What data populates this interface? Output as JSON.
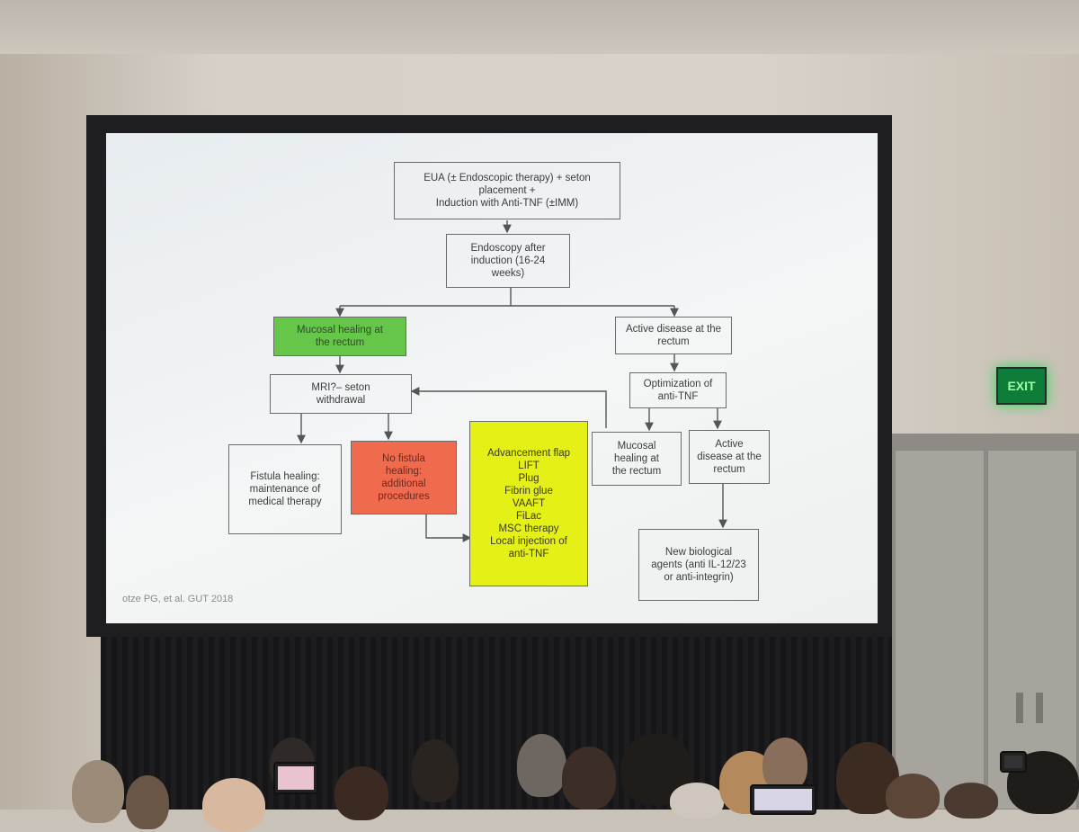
{
  "slide": {
    "boxes": {
      "eua": [
        "EUA (± Endoscopic therapy) + seton",
        "placement +",
        "Induction with Anti-TNF (±IMM)"
      ],
      "endoscopy": [
        "Endoscopy after",
        "induction (16-24",
        "weeks)"
      ],
      "mucosal_rectum": [
        "Mucosal healing at",
        "the rectum"
      ],
      "active_rectum": [
        "Active disease at the",
        "rectum"
      ],
      "mri": [
        "MRI?– seton",
        "withdrawal"
      ],
      "optimization": [
        "Optimization of",
        "anti-TNF"
      ],
      "fistula_healing": [
        "Fistula healing:",
        "maintenance of",
        "medical therapy"
      ],
      "no_fistula": [
        "No fistula",
        "healing:",
        "additional",
        "procedures"
      ],
      "procedures_list": [
        "Advancement flap",
        "LIFT",
        "Plug",
        "Fibrin glue",
        "VAAFT",
        "FiLac",
        "MSC therapy",
        "Local injection of",
        "anti-TNF"
      ],
      "mucosal_healing_2": [
        "Mucosal",
        "healing at",
        "the rectum"
      ],
      "active_disease_2": [
        "Active",
        "disease at the",
        "rectum"
      ],
      "new_biologics": [
        "New biological",
        "agents (anti IL-12/23",
        "or anti-integrin)"
      ]
    },
    "citation": "otze PG, et al. GUT 2018",
    "colors": {
      "green": "#66c64a",
      "red": "#f06a4e",
      "yellow": "#e4f016"
    }
  },
  "room": {
    "exit_sign": "EXIT"
  }
}
